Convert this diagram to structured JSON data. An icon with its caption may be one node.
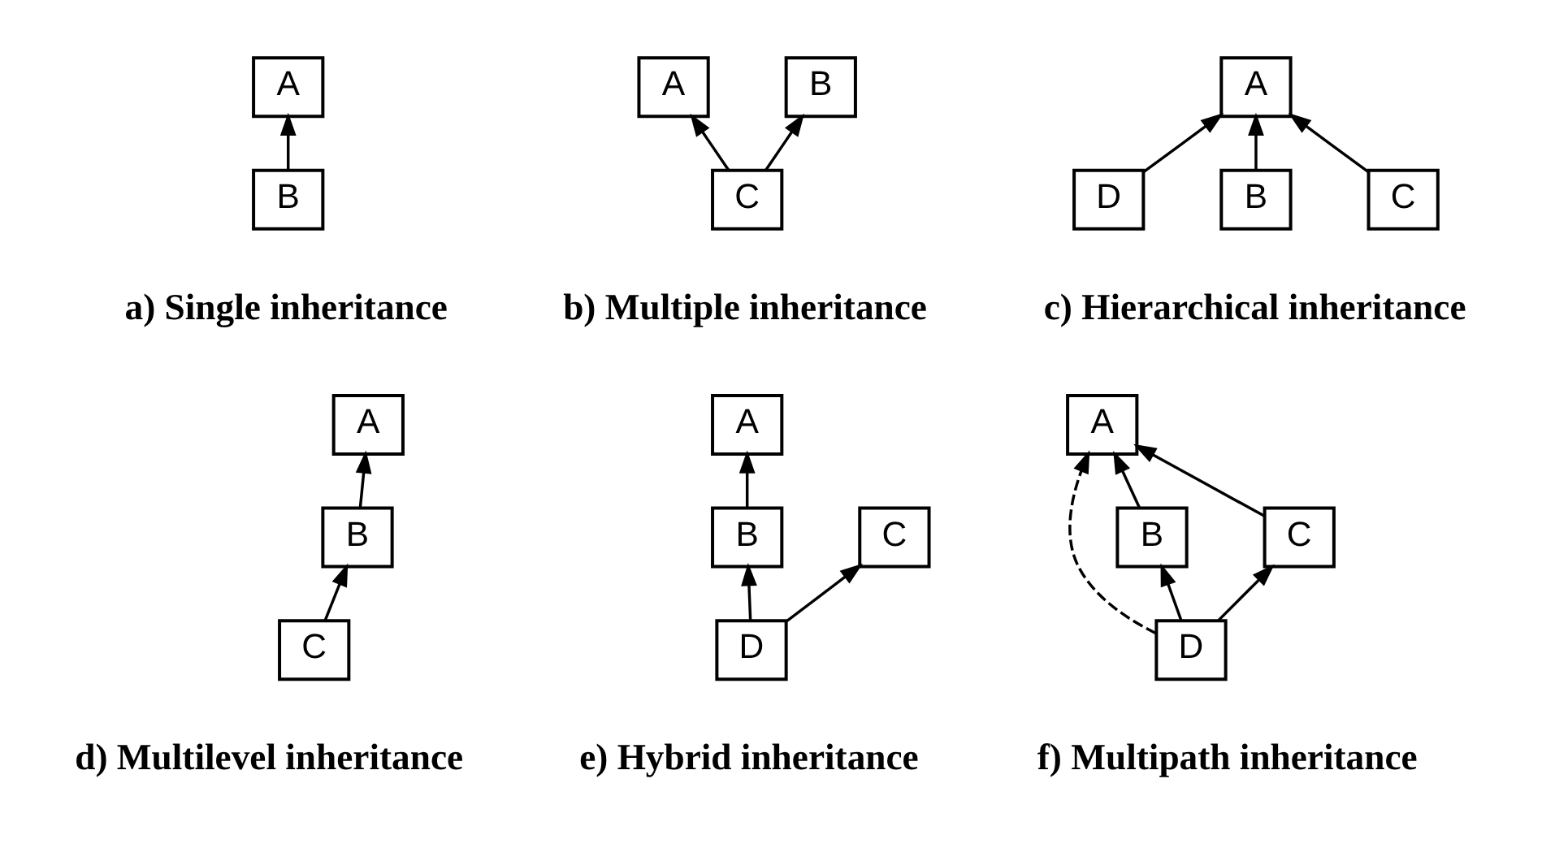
{
  "diagram": {
    "nodes": [
      {
        "text": [
          "A"
        ]
      },
      {
        "text": [
          "B"
        ]
      },
      {
        "text": [
          "A"
        ]
      },
      {
        "text": [
          "B"
        ]
      },
      {
        "text": [
          "C"
        ]
      },
      {
        "text": [
          "A"
        ]
      },
      {
        "text": [
          "B"
        ]
      },
      {
        "text": [
          "C"
        ]
      },
      {
        "text": [
          "D"
        ]
      },
      {
        "text": [
          "A"
        ]
      },
      {
        "text": [
          "B"
        ]
      },
      {
        "text": [
          "C"
        ]
      },
      {
        "text": [
          "A"
        ]
      },
      {
        "text": [
          "B"
        ]
      },
      {
        "text": [
          "C"
        ]
      },
      {
        "text": [
          "D"
        ]
      },
      {
        "text": [
          "A"
        ]
      },
      {
        "text": [
          "B"
        ]
      },
      {
        "text": [
          "C"
        ]
      },
      {
        "text": [
          "D"
        ]
      }
    ],
    "edges": [
      {
        "from": 1,
        "to": 0,
        "arrow": "to"
      },
      {
        "from": 4,
        "to": 2,
        "arrow": "to"
      },
      {
        "from": 4,
        "to": 3,
        "arrow": "to"
      },
      {
        "from": 6,
        "to": 5,
        "arrow": "to"
      },
      {
        "from": 7,
        "to": 5,
        "arrow": "to"
      },
      {
        "from": 8,
        "to": 5,
        "arrow": "to"
      },
      {
        "from": 10,
        "to": 9,
        "arrow": "to"
      },
      {
        "from": 11,
        "to": 10,
        "arrow": "to"
      },
      {
        "from": 13,
        "to": 12,
        "arrow": "to"
      },
      {
        "from": 15,
        "to": 13,
        "arrow": "to"
      },
      {
        "from": 15,
        "to": 14,
        "arrow": "to"
      },
      {
        "from": 17,
        "to": 16,
        "arrow": "to"
      },
      {
        "from": 18,
        "to": 16,
        "arrow": "to"
      },
      {
        "from": 19,
        "to": 16,
        "arrow": "to",
        "style": "dashed"
      },
      {
        "from": 19,
        "to": 17,
        "arrow": "to"
      },
      {
        "from": 19,
        "to": 18,
        "arrow": "to"
      }
    ],
    "labels": [
      "a) Single inheritance",
      "b) Multiple inheritance",
      "c) Hierarchical inheritance",
      "d) Multilevel inheritance",
      "e) Hybrid inheritance",
      "f) Multipath inheritance"
    ]
  }
}
